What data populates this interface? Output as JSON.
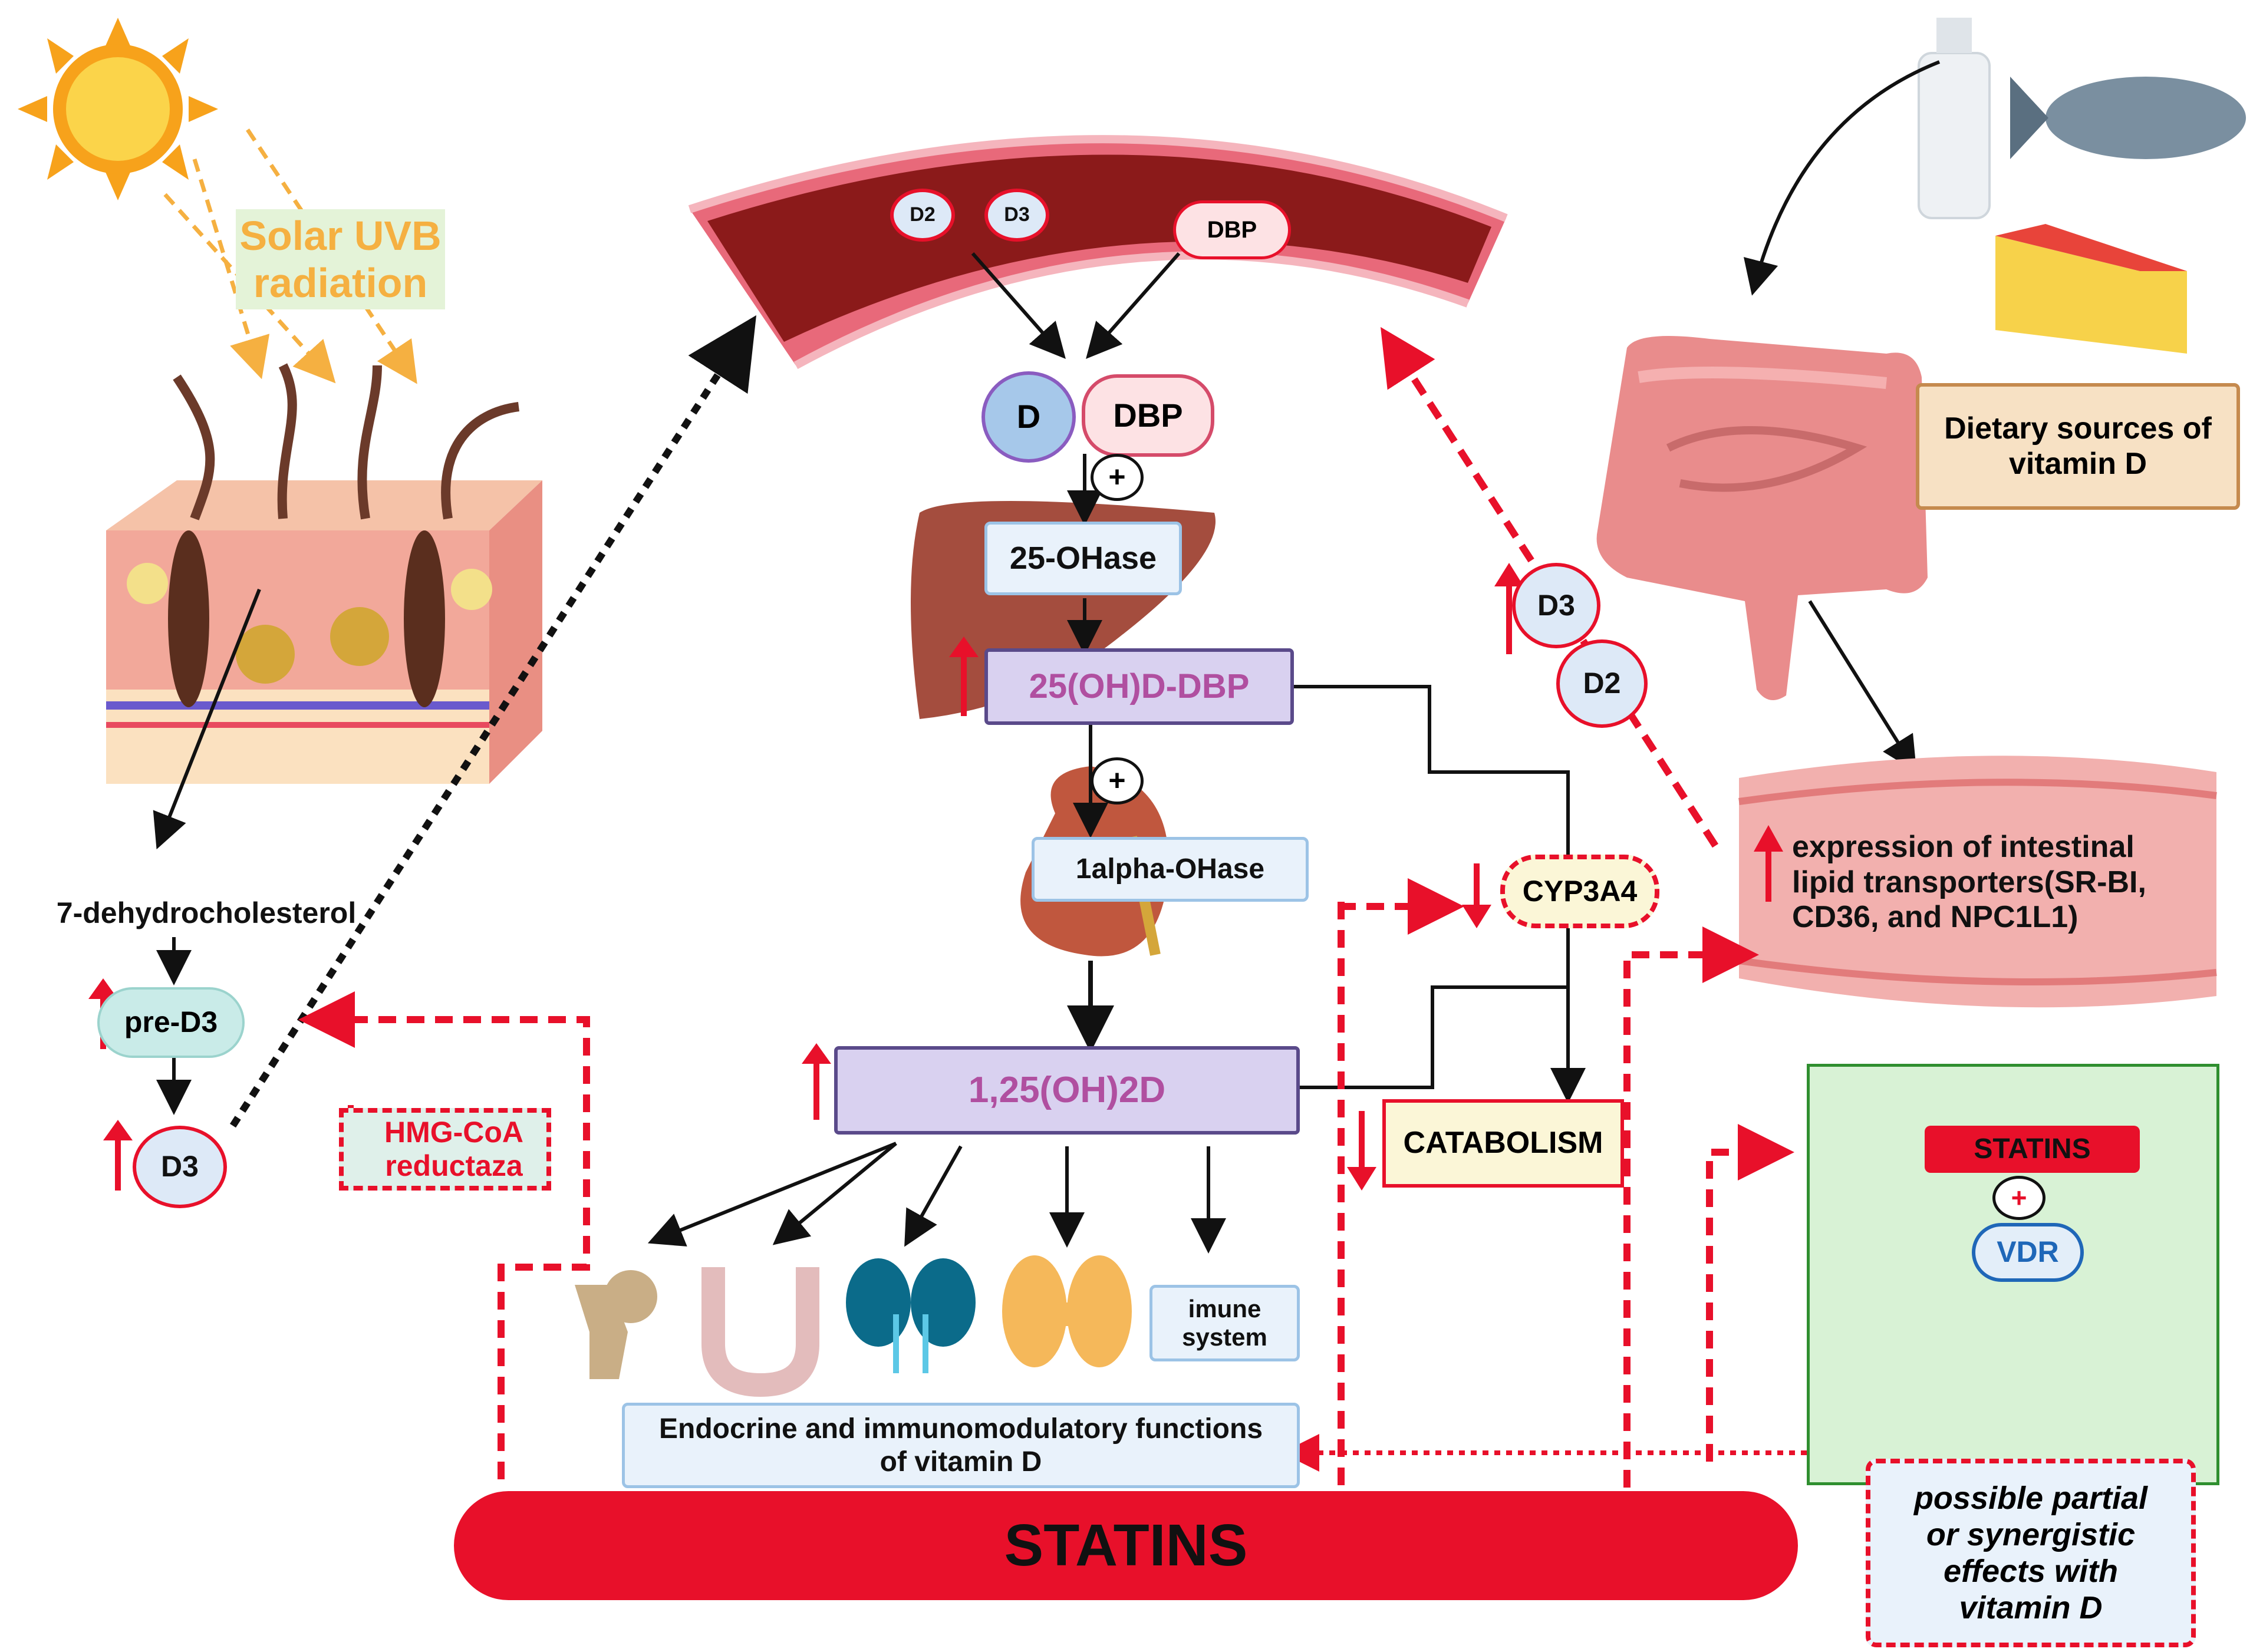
{
  "sun": {
    "label": "Solar UVB radiation"
  },
  "skin": {
    "steps": [
      "7-dehydrocholesterol",
      "pre-D3",
      "D3"
    ]
  },
  "enzyme_hmg": "HMG-CoA reductaza",
  "vessel": {
    "d2": "D2",
    "d3": "D3",
    "dbp": "DBP"
  },
  "liver": {
    "d": "D",
    "dbp": "DBP",
    "plus": "+",
    "enzyme": "25-OHase",
    "product": "25(OH)D-DBP"
  },
  "kidney": {
    "plus": "+",
    "enzyme": "1alpha-OHase",
    "product": "1,25(OH)2D"
  },
  "targets": {
    "immune": "imune system",
    "functions": "Endocrine and immunomodulatory functions of vitamin D"
  },
  "catabolism": {
    "cyp": "CYP3A4",
    "label": "CATABOLISM"
  },
  "intestine": {
    "d3": "D3",
    "d2": "D2",
    "transporters": "expression of intestinal lipid transporters(SR-BI, CD36, and NPC1L1)"
  },
  "diet": {
    "label": "Dietary sources of vitamin D"
  },
  "vdr_box": {
    "statins": "STATINS",
    "plus": "+",
    "vdr": "VDR",
    "note": "possible partial or synergistic effects with vitamin D"
  },
  "statins_bar": "STATINS",
  "colors": {
    "red": "#e8102a",
    "purple_text": "#b04fa0",
    "vessel": "#8b1a1a",
    "green_box": "#d8f2d5"
  }
}
